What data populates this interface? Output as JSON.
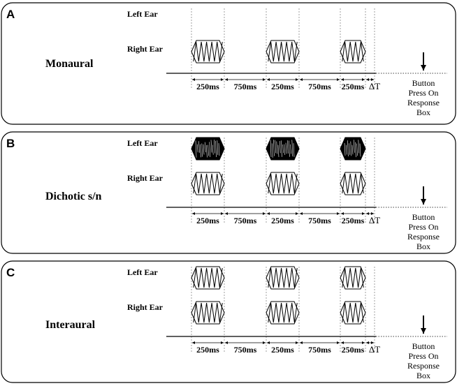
{
  "panels": [
    {
      "letter": "A",
      "condition": "Monaural",
      "left_ear_label": "Left Ear",
      "right_ear_label": "Right Ear",
      "left_stimuli": "none",
      "right_stimuli": "tone"
    },
    {
      "letter": "B",
      "condition": "Dichotic s/n",
      "left_ear_label": "Left Ear",
      "right_ear_label": "Right Ear",
      "left_stimuli": "noise",
      "right_stimuli": "tone"
    },
    {
      "letter": "C",
      "condition": "Interaural",
      "left_ear_label": "Left Ear",
      "right_ear_label": "Right Ear",
      "left_stimuli": "tone",
      "right_stimuli": "tone"
    }
  ],
  "intervals": [
    "250ms",
    "750ms",
    "250ms",
    "750ms",
    "250ms"
  ],
  "delta_t": "ΔT",
  "button_lines": [
    "Button",
    "Press On",
    "Response",
    "Box"
  ]
}
